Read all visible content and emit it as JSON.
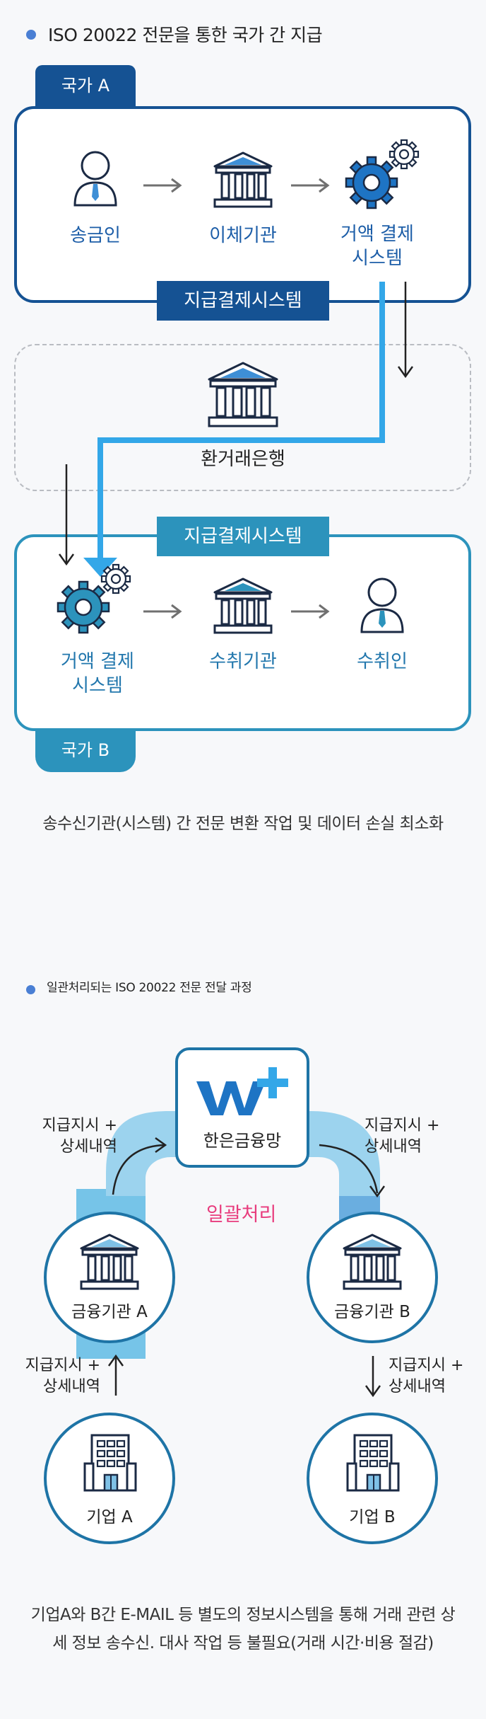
{
  "section1": {
    "title": "ISO 20022 전문을 통한 국가 간 지급",
    "country_a_tab": "국가 A",
    "country_b_tab": "국가 B",
    "node_sender": "송금인",
    "node_transfer_bank": "이체기관",
    "node_fx_system_a": "거액 결제 시스템",
    "band_a": "지급결제시스템",
    "correspondent": "환거래은행",
    "band_b": "지급결제시스템",
    "node_fx_system_b": "거액 결제 시스템",
    "node_receiving_bank": "수취기관",
    "node_receiver": "수취인",
    "caption": "송수신기관(시스템) 간 전문 변환 작업 및 데이터 손실 최소화"
  },
  "section2": {
    "title": "일관처리되는 ISO 20022 전문 전달 과정",
    "hub_label": "한은금융망",
    "hub_logo_text": "W+",
    "straight_through": "일괄처리",
    "left_top_note": "지급지시 + 상세내역",
    "right_top_note": "지급지시 + 상세내역",
    "left_bottom_note": "지급지시 + 상세내역",
    "right_bottom_note": "지급지시 + 상세내역",
    "bank_a": "금융기관 A",
    "bank_b": "금융기관 B",
    "corp_a": "기업 A",
    "corp_b": "기업 B",
    "caption_line1": "기업A와 B간 E-MAIL 등 별도의 정보시스템을 통해 거래 관련 상",
    "caption_line2": "세 정보 송수신. 대사 작업 등 불필요(거래 시간·비용 절감)"
  },
  "colors": {
    "navy": "#155293",
    "teal": "#2c93bc",
    "light_blue_path": "#33a7e8",
    "pink": "#e83c7d",
    "pale_blue_band": "#76c4e8"
  }
}
